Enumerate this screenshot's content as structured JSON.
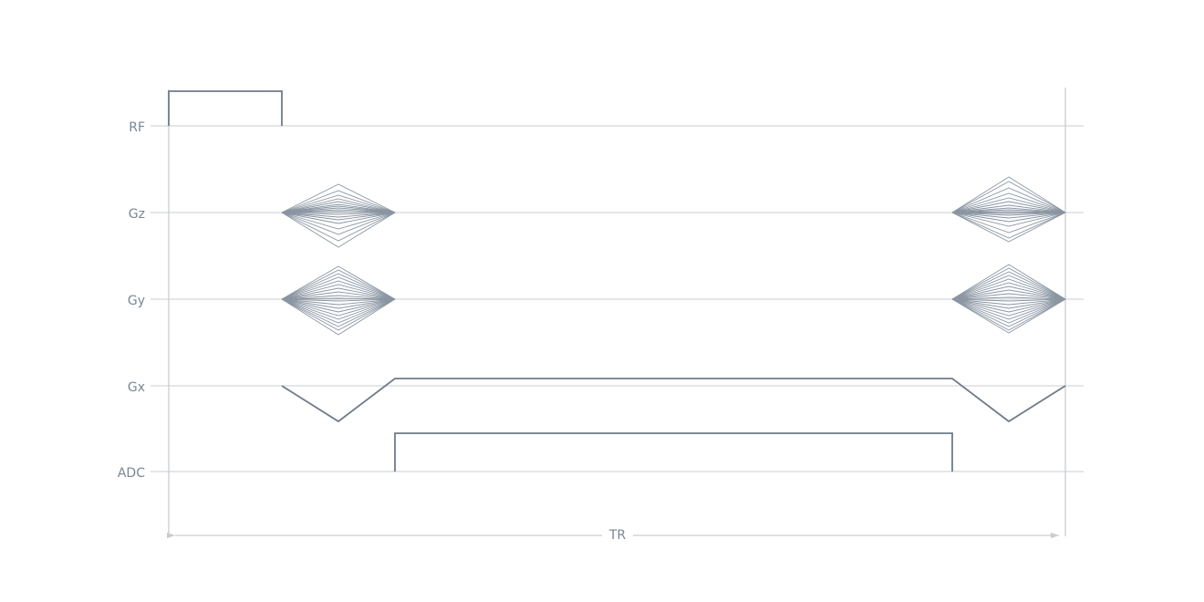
{
  "rows": [
    {
      "id": "rf",
      "label": "RF"
    },
    {
      "id": "gz",
      "label": "Gz"
    },
    {
      "id": "gy",
      "label": "Gy"
    },
    {
      "id": "gx",
      "label": "Gx"
    },
    {
      "id": "adc",
      "label": "ADC"
    }
  ],
  "tr_label": "TR",
  "colors": {
    "waveform": "#707b88",
    "baseline": "#d4d7db",
    "label": "#7a8694"
  }
}
